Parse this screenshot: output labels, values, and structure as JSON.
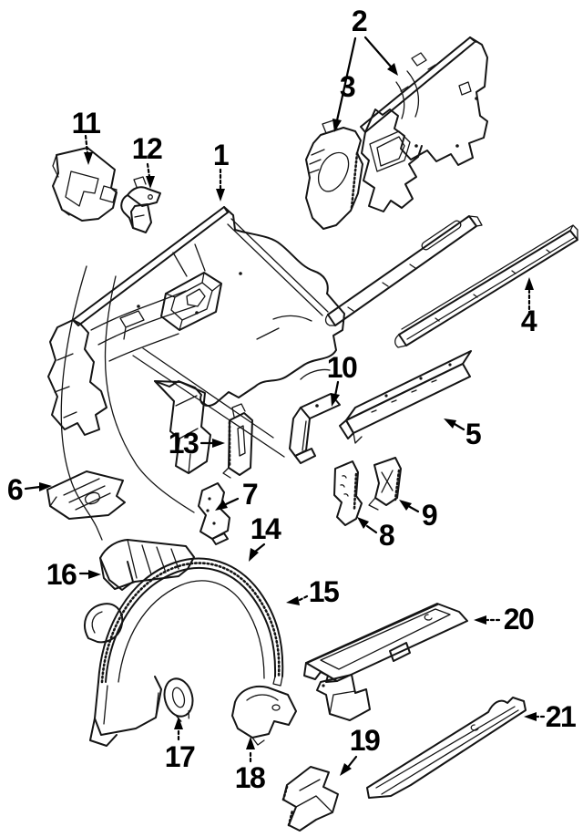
{
  "diagram": {
    "background_color": "#ffffff",
    "line_color": "#141414",
    "callouts": [
      {
        "number": "1"
      },
      {
        "number": "2"
      },
      {
        "number": "3"
      },
      {
        "number": "4"
      },
      {
        "number": "5"
      },
      {
        "number": "6"
      },
      {
        "number": "7"
      },
      {
        "number": "8"
      },
      {
        "number": "9"
      },
      {
        "number": "10"
      },
      {
        "number": "11"
      },
      {
        "number": "12"
      },
      {
        "number": "13"
      },
      {
        "number": "14"
      },
      {
        "number": "15"
      },
      {
        "number": "16"
      },
      {
        "number": "17"
      },
      {
        "number": "18"
      },
      {
        "number": "19"
      },
      {
        "number": "20"
      },
      {
        "number": "21"
      }
    ]
  }
}
